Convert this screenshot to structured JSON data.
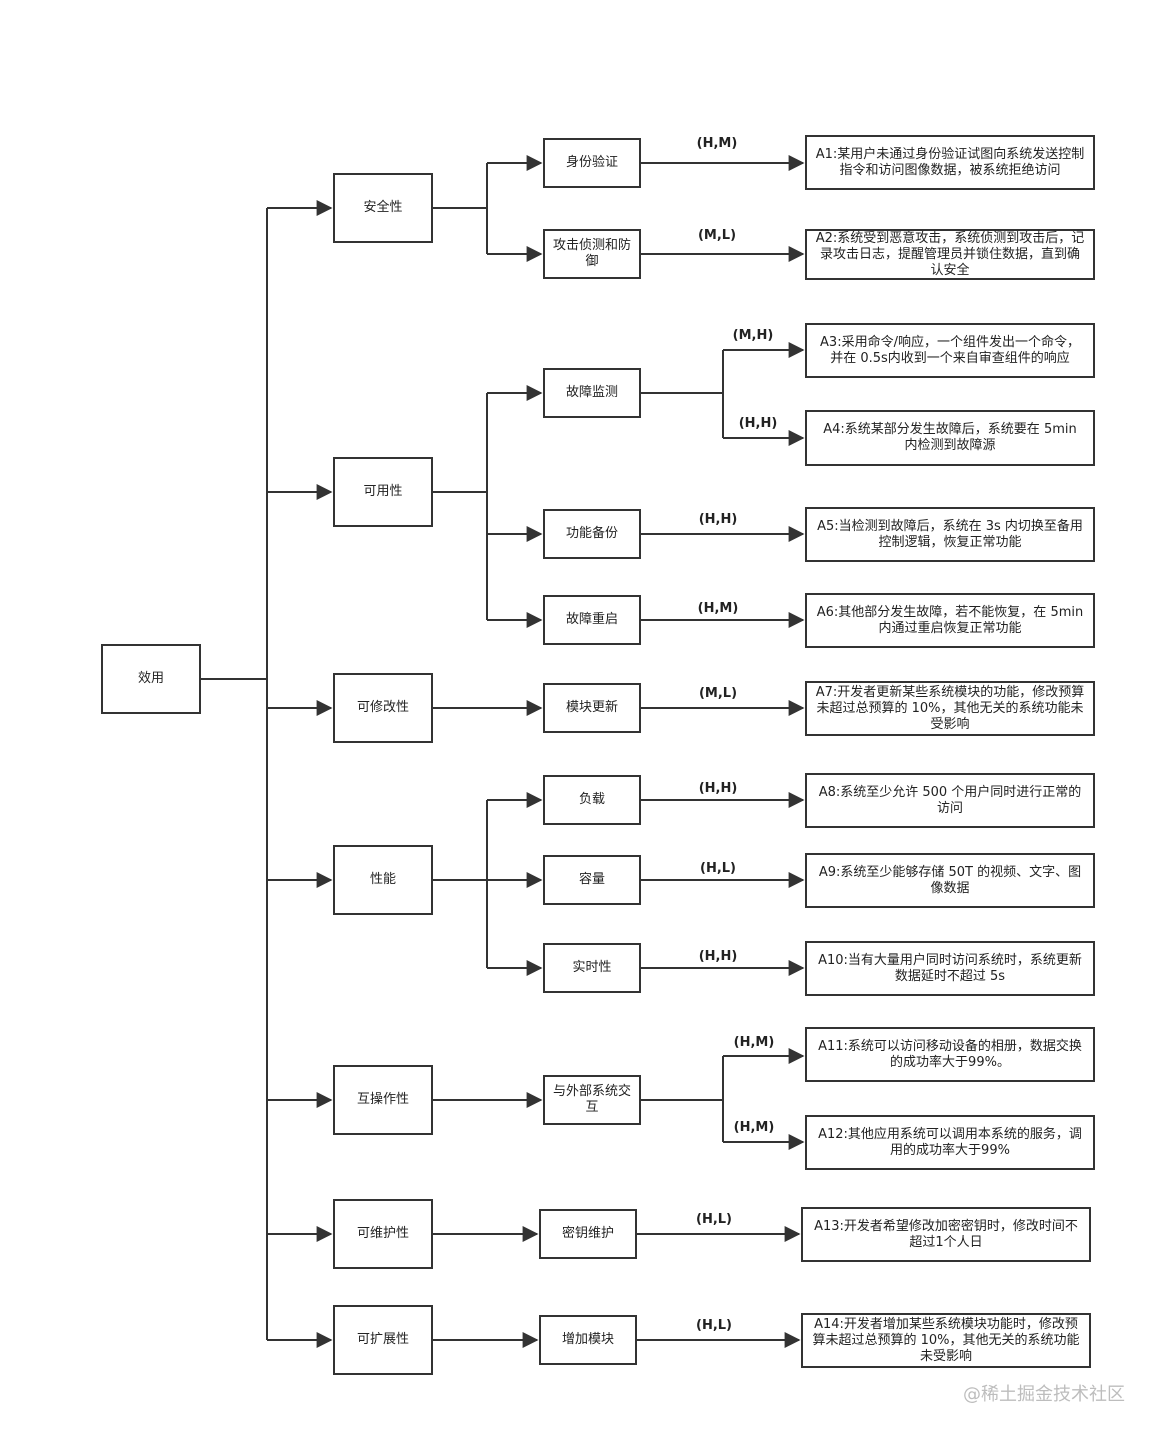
{
  "root": {
    "label": "效用"
  },
  "attributes": [
    {
      "label": "安全性"
    },
    {
      "label": "可用性"
    },
    {
      "label": "可修改性"
    },
    {
      "label": "性能"
    },
    {
      "label": "互操作性"
    },
    {
      "label": "可维护性"
    },
    {
      "label": "可扩展性"
    }
  ],
  "refinements": [
    {
      "label": "身份验证"
    },
    {
      "label": "攻击侦测和防御"
    },
    {
      "label": "故障监测"
    },
    {
      "label": "功能备份"
    },
    {
      "label": "故障重启"
    },
    {
      "label": "模块更新"
    },
    {
      "label": "负载"
    },
    {
      "label": "容量"
    },
    {
      "label": "实时性"
    },
    {
      "label": "与外部系统交互"
    },
    {
      "label": "密钥维护"
    },
    {
      "label": "增加模块"
    }
  ],
  "scenarios": [
    {
      "rating": "(H,M)",
      "text": "A1:某用户未通过身份验证试图向系统发送控制指令和访问图像数据，被系统拒绝访问"
    },
    {
      "rating": "(M,L)",
      "text": "A2:系统受到恶意攻击，系统侦测到攻击后，记录攻击日志，提醒管理员并锁住数据，直到确认安全"
    },
    {
      "rating": "(M,H)",
      "text": "A3:采用命令/响应，一个组件发出一个命令，并在 0.5s内收到一个来自审查组件的响应"
    },
    {
      "rating": "(H,H)",
      "text": "A4:系统某部分发生故障后，系统要在 5min 内检测到故障源"
    },
    {
      "rating": "(H,H)",
      "text": "A5:当检测到故障后，系统在 3s 内切换至备用控制逻辑，恢复正常功能"
    },
    {
      "rating": "(H,M)",
      "text": "A6:其他部分发生故障，若不能恢复，在 5min 内通过重启恢复正常功能"
    },
    {
      "rating": "(M,L)",
      "text": "A7:开发者更新某些系统模块的功能，修改预算未超过总预算的 10%，其他无关的系统功能未受影响"
    },
    {
      "rating": "(H,H)",
      "text": "A8:系统至少允许 500 个用户同时进行正常的访问"
    },
    {
      "rating": "(H,L)",
      "text": "A9:系统至少能够存储 50T 的视频、文字、图像数据"
    },
    {
      "rating": "(H,H)",
      "text": "A10:当有大量用户同时访问系统时，系统更新数据延时不超过 5s"
    },
    {
      "rating": "(H,M)",
      "text": "A11:系统可以访问移动设备的相册，数据交换的成功率大于99%。"
    },
    {
      "rating": "(H,M)",
      "text": "A12:其他应用系统可以调用本系统的服务，调用的成功率大于99%"
    },
    {
      "rating": "(H,L)",
      "text": "A13:开发者希望修改加密密钥时，修改时间不超过1个人日"
    },
    {
      "rating": "(H,L)",
      "text": "A14:开发者增加某些系统模块功能时，修改预算未超过总预算的 10%，其他无关的系统功能未受影响"
    }
  ],
  "watermark": "@稀土掘金技术社区",
  "colors": {
    "line": "#333333",
    "border": "#333333",
    "watermark": "#bdbdbd"
  }
}
